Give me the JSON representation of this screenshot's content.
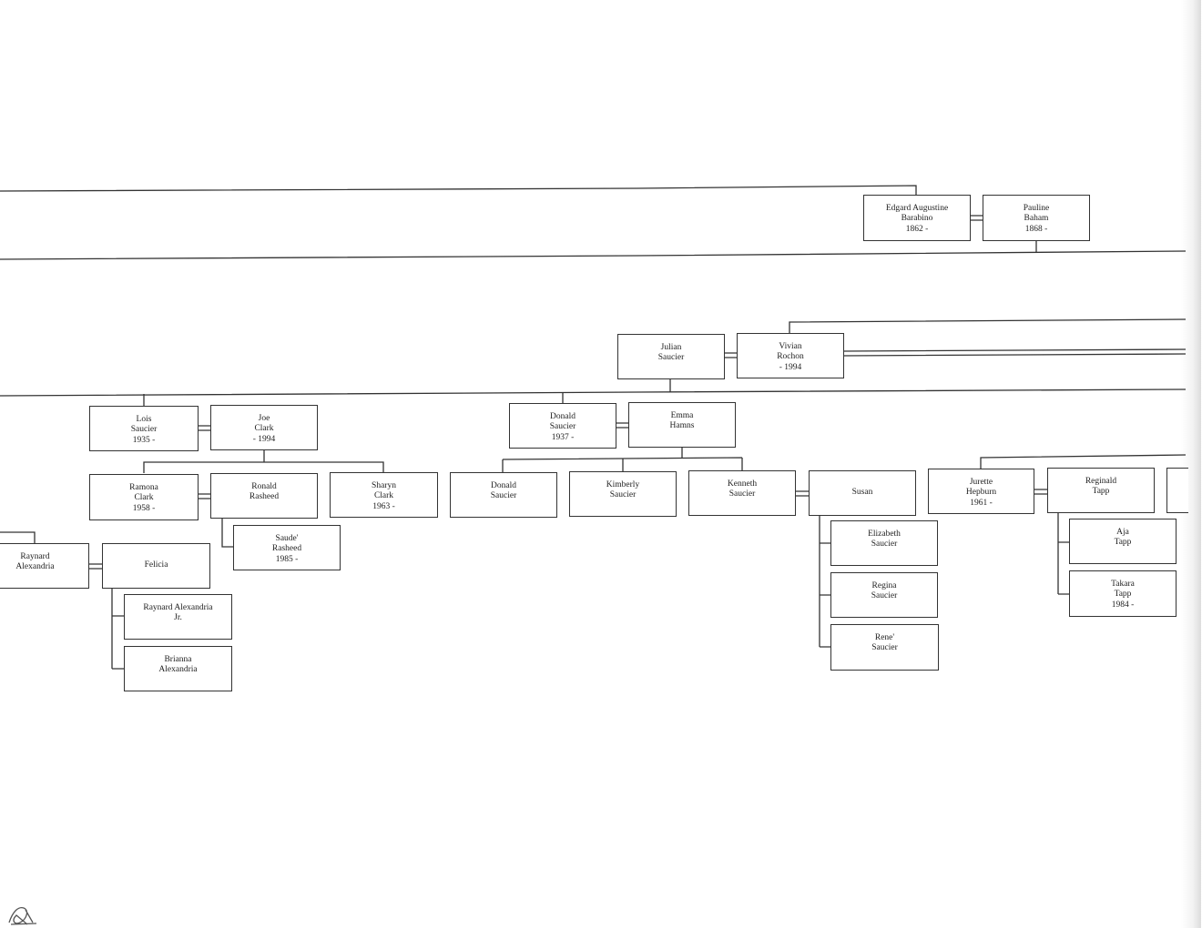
{
  "tree": {
    "edgard": {
      "lines": [
        "Edgard Augustine",
        "Barabino",
        "1862 -"
      ]
    },
    "pauline": {
      "lines": [
        "Pauline",
        "Baham",
        "1868 -"
      ]
    },
    "julian": {
      "lines": [
        "Julian",
        "Saucier"
      ]
    },
    "vivian": {
      "lines": [
        "Vivian",
        "Rochon",
        "- 1994"
      ]
    },
    "lois": {
      "lines": [
        "Lois",
        "Saucier",
        "1935 -"
      ]
    },
    "joe": {
      "lines": [
        "Joe",
        "Clark",
        "- 1994"
      ]
    },
    "donald_sr": {
      "lines": [
        "Donald",
        "Saucier",
        "1937 -"
      ]
    },
    "emma": {
      "lines": [
        "Emma",
        "Hamns"
      ]
    },
    "ramona": {
      "lines": [
        "Ramona",
        "Clark",
        "1958 -"
      ]
    },
    "ronald": {
      "lines": [
        "Ronald",
        "Rasheed"
      ]
    },
    "sharyn": {
      "lines": [
        "Sharyn",
        "Clark",
        "1963 -"
      ]
    },
    "donald_jr": {
      "lines": [
        "Donald",
        "Saucier"
      ]
    },
    "kimberly": {
      "lines": [
        "Kimberly",
        "Saucier"
      ]
    },
    "kenneth": {
      "lines": [
        "Kenneth",
        "Saucier"
      ]
    },
    "susan": {
      "lines": [
        "Susan"
      ]
    },
    "jurette": {
      "lines": [
        "Jurette",
        "Hepburn",
        "1961 -"
      ]
    },
    "reginald": {
      "lines": [
        "Reginald",
        "Tapp"
      ]
    },
    "saude": {
      "lines": [
        "Saude'",
        "Rasheed",
        "1985 -"
      ]
    },
    "raynard": {
      "lines": [
        "Raynard",
        "Alexandria"
      ]
    },
    "felicia": {
      "lines": [
        "Felicia"
      ]
    },
    "raynard_jr": {
      "lines": [
        "Raynard Alexandria",
        "Jr."
      ]
    },
    "brianna": {
      "lines": [
        "Brianna",
        "Alexandria"
      ]
    },
    "elizabeth": {
      "lines": [
        "Elizabeth",
        "Saucier"
      ]
    },
    "regina": {
      "lines": [
        "Regina",
        "Saucier"
      ]
    },
    "rene": {
      "lines": [
        "Rene'",
        "Saucier"
      ]
    },
    "aja": {
      "lines": [
        "Aja",
        "Tapp"
      ]
    },
    "takara": {
      "lines": [
        "Takara",
        "Tapp",
        "1984 -"
      ]
    }
  },
  "colors": {
    "line": "#333333",
    "box_border": "#333333",
    "text": "#222222",
    "paper": "#ffffff"
  },
  "margin_mark_icon": "handwritten-initials-mark"
}
